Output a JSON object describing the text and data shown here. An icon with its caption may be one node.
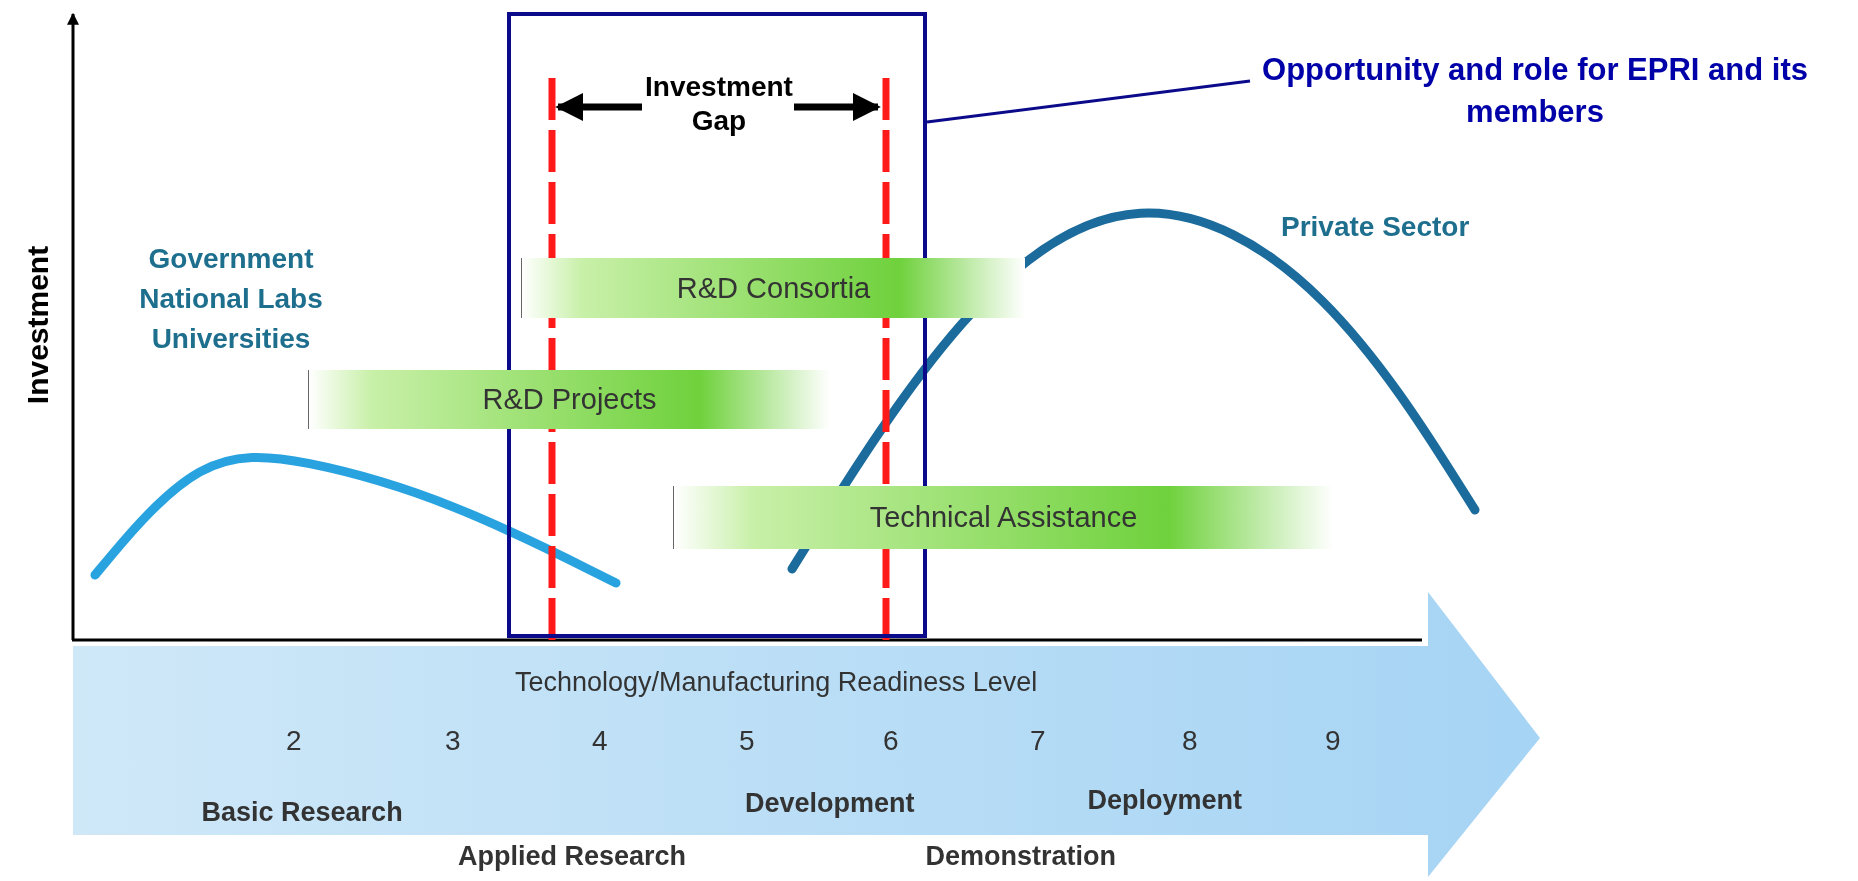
{
  "diagram": {
    "nodes": [
      {
        "text": [],
        "shape": "box"
      },
      {
        "text": [
          "Opportunity and role for EPRI and its members"
        ]
      },
      {
        "text": [
          "R&D Consortia"
        ]
      },
      {
        "text": [
          "R&D Projects"
        ]
      },
      {
        "text": [
          "Technical Assistance"
        ]
      }
    ],
    "edges": [
      {
        "from": 1,
        "to": 0,
        "arrow": "none"
      }
    ],
    "labels": [
      "Investment Gap",
      "Government National Labs Universities",
      "Private Sector",
      "Investment",
      "Technology/Manufacturing Readiness Level",
      "2",
      "3",
      "4",
      "5",
      "6",
      "7",
      "8",
      "9",
      "Basic Research",
      "Development",
      "Deployment",
      "Applied Research",
      "Demonstration"
    ]
  }
}
